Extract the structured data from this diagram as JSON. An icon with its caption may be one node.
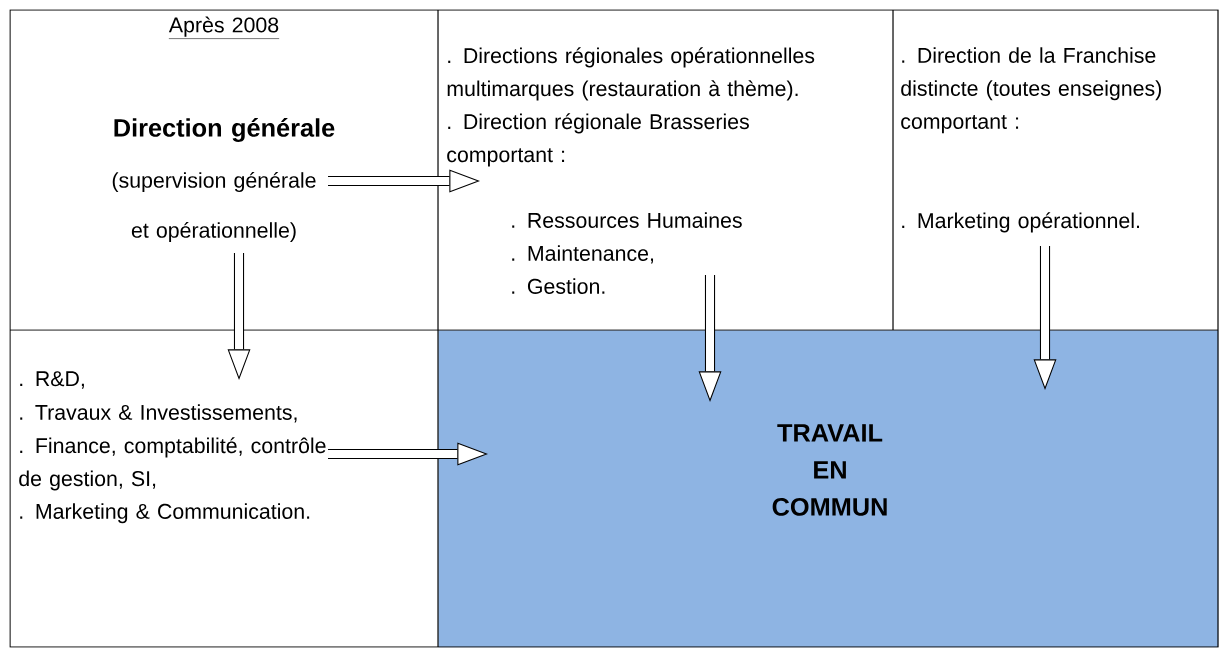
{
  "diagram": {
    "nodes": [
      {
        "text": [
          "Après 2008",
          "Direction générale",
          "(supervision générale et opérationnelle)"
        ]
      },
      {
        "text": [
          ". Directions régionales opérationnelles multimarques (restauration à thème).",
          ". Direction régionale Brasseries comportant :",
          ". Ressources Humaines",
          ". Maintenance,",
          ". Gestion."
        ]
      },
      {
        "text": [
          ". Direction de la Franchise distincte (toutes enseignes) comportant :",
          ". Marketing opérationnel."
        ]
      },
      {
        "text": [
          ". R&D,",
          ". Travaux & Investissements,",
          ". Finance, comptabilité, contrôle de gestion, SI,",
          ". Marketing & Communication."
        ]
      },
      {
        "text": [
          "TRAVAIL EN COMMUN"
        ]
      }
    ],
    "edges": [
      {
        "from": 0,
        "to": 1,
        "arrow": "to"
      },
      {
        "from": 0,
        "to": 3,
        "arrow": "to"
      },
      {
        "from": 1,
        "to": 4,
        "arrow": "to"
      },
      {
        "from": 2,
        "to": 4,
        "arrow": "to"
      },
      {
        "from": 3,
        "to": 4,
        "arrow": "to"
      }
    ]
  }
}
